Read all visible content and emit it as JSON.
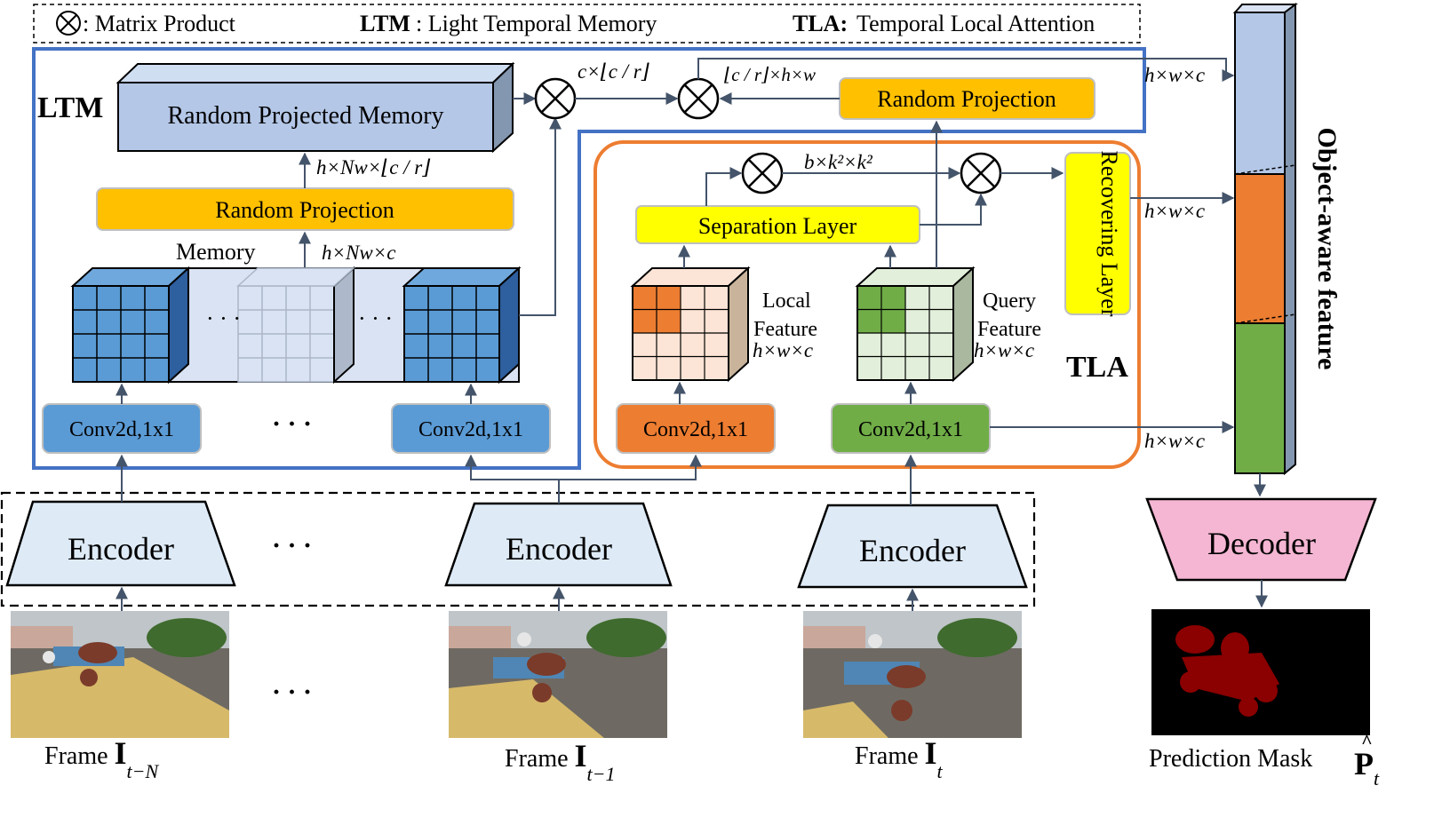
{
  "legend": {
    "matrix_product": ": Matrix Product",
    "ltm_abbr": "LTM",
    "ltm_full": ": Light Temporal Memory",
    "tla_abbr": "TLA:",
    "tla_full": " Temporal Local Attention"
  },
  "ltm": {
    "title": "LTM",
    "memory_box": "Random Projected Memory",
    "random_projection": "Random Projection",
    "memory_label": "Memory",
    "dim_after_projection": "h×Nw×⌊c / r⌋",
    "dim_memory": "h×Nw×c",
    "dim_product": "c×⌊c / r⌋",
    "conv_left": "Conv2d,1x1",
    "conv_right": "Conv2d,1x1",
    "ellipsis": "· · ·"
  },
  "top": {
    "dim_projected_query": "⌊c / r⌋×h×w",
    "random_projection": "Random Projection"
  },
  "tla": {
    "title": "TLA",
    "separation_layer": "Separation Layer",
    "recovering_layer": "Recovering Layer",
    "dim_attention": "b×k²×k²",
    "local_feature_line1": "Local",
    "local_feature_line2": "Feature",
    "local_feature_dim": "h×w×c",
    "query_feature_line1": "Query",
    "query_feature_line2": "Feature",
    "query_feature_dim": "h×w×c",
    "conv_local": "Conv2d,1x1",
    "conv_query": "Conv2d,1x1"
  },
  "encoders": [
    {
      "label": "Encoder",
      "frame_prefix": "Frame ",
      "frame_symbol": "I",
      "frame_subscript": "t−N"
    },
    {
      "label": "Encoder",
      "frame_prefix": "Frame ",
      "frame_symbol": "I",
      "frame_subscript": "t−1"
    },
    {
      "label": "Encoder",
      "frame_prefix": "Frame ",
      "frame_symbol": "I",
      "frame_subscript": "t"
    }
  ],
  "ellipsis": "· · ·",
  "right": {
    "object_aware_feature": "Object-aware feature",
    "dim_top": "h×w×c",
    "dim_mid": "h×w×c",
    "dim_bottom": "h×w×c",
    "decoder": "Decoder",
    "prediction_mask": "Prediction Mask",
    "prediction_symbol": "P",
    "prediction_subscript": "t"
  },
  "colors": {
    "ltm_border": "#4472c4",
    "tla_border": "#ed7d31",
    "random_projection": "#ffc000",
    "separation_layer": "#ffff00",
    "memory_box": "#b4c7e7",
    "conv_blue": "#5b9bd5",
    "conv_orange": "#ed7d31",
    "conv_green": "#70ad47",
    "encoder": "#deebf7",
    "decoder": "#f4b6d2",
    "bar_blue": "#b4c7e7",
    "bar_orange": "#ed7d31",
    "bar_green": "#70ad47",
    "mask_fg": "#8b0000"
  }
}
